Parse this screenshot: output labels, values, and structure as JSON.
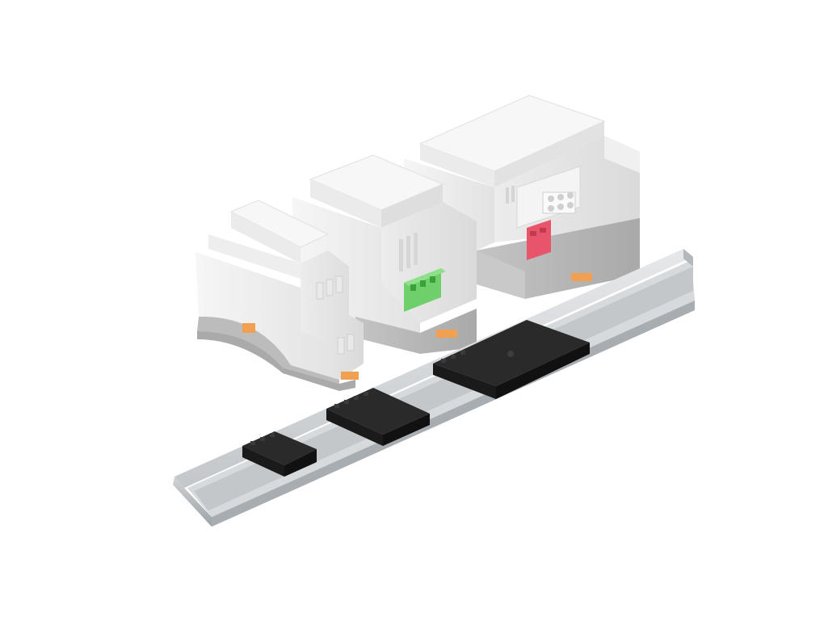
{
  "scene": {
    "background": "#ffffff",
    "colors": {
      "housing_light": "#f3f3f3",
      "housing_mid": "#e4e4e4",
      "housing_shadow": "#d2d2d2",
      "base_gray": "#b9b9b9",
      "base_gray_dark": "#a4a4a4",
      "rail_light": "#dcdfe1",
      "rail_mid": "#c3c7ca",
      "rail_dark": "#9ea3a7",
      "connector_black": "#1e1e1e",
      "connector_edge": "#3a3a3a",
      "terminal_green": "#6fd06b",
      "terminal_red": "#e8556b",
      "clip_orange": "#f0a050"
    },
    "objects": [
      {
        "name": "small-din-enclosure",
        "description_icon": "enclosure-icon"
      },
      {
        "name": "medium-din-enclosure",
        "description_icon": "enclosure-icon"
      },
      {
        "name": "large-din-enclosure",
        "description_icon": "enclosure-icon"
      },
      {
        "name": "din-rail",
        "description_icon": "rail-icon"
      },
      {
        "name": "bus-connector",
        "description_icon": "connector-icon"
      }
    ]
  }
}
